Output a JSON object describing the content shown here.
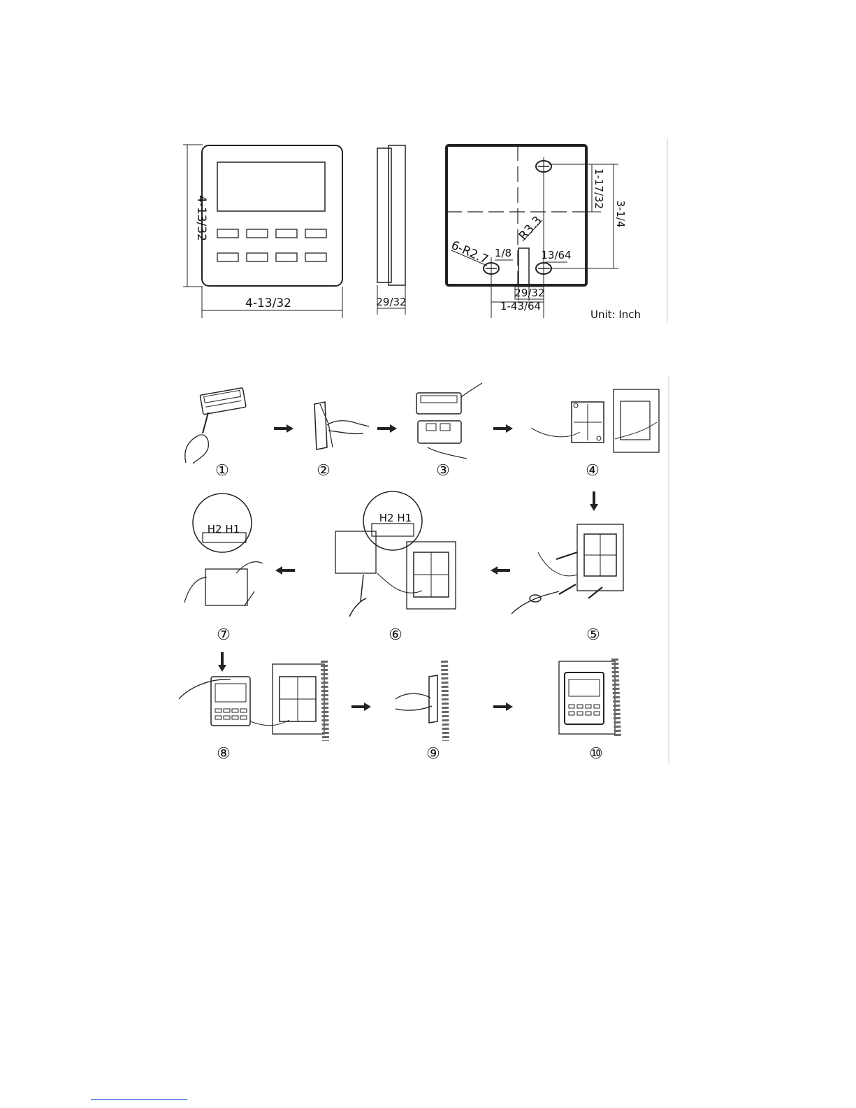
{
  "dimensions": {
    "front_height": "4-13/32",
    "front_width": "4-13/32",
    "side_depth": "29/32",
    "back_top_hole_offset": "1-17/32",
    "back_hole_span_vertical": "3-1/4",
    "back_radius_center": "R3.3",
    "back_radius_holes": "6-R2.7",
    "back_small_gap": "1/8",
    "back_hole_size": "13/64",
    "back_slot_width": "29/32",
    "back_hole_span_horizontal": "1-43/64",
    "unit": "Unit: Inch"
  },
  "steps": {
    "s1": "①",
    "s2": "②",
    "s3": "③",
    "s4": "④",
    "s5": "⑤",
    "s6": "⑥",
    "s7": "⑦",
    "s8": "⑧",
    "s9": "⑨",
    "s10": "⑩"
  },
  "terminals": {
    "t1": "H2 H1",
    "t2": "H2 H1"
  }
}
